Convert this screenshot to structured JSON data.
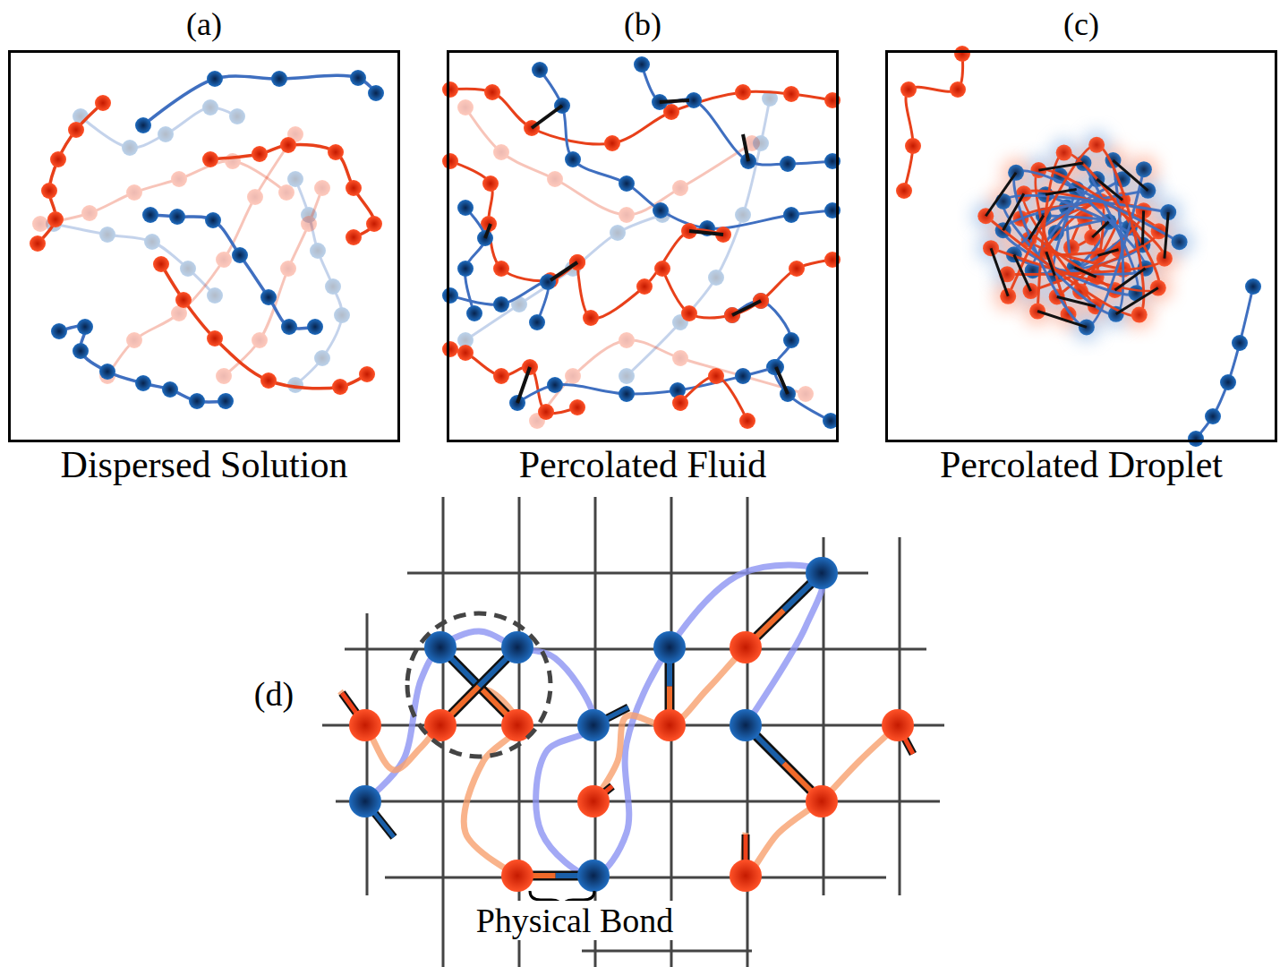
{
  "diagram": {
    "nodes": [
      {
        "text": [
          "(a)",
          "Dispersed Solution"
        ]
      },
      {
        "text": [
          "(b)",
          "Percolated Fluid"
        ]
      },
      {
        "text": [
          "(c)",
          "Percolated Droplet"
        ]
      }
    ],
    "labels": [
      "(d)",
      "Physical Bond"
    ]
  }
}
